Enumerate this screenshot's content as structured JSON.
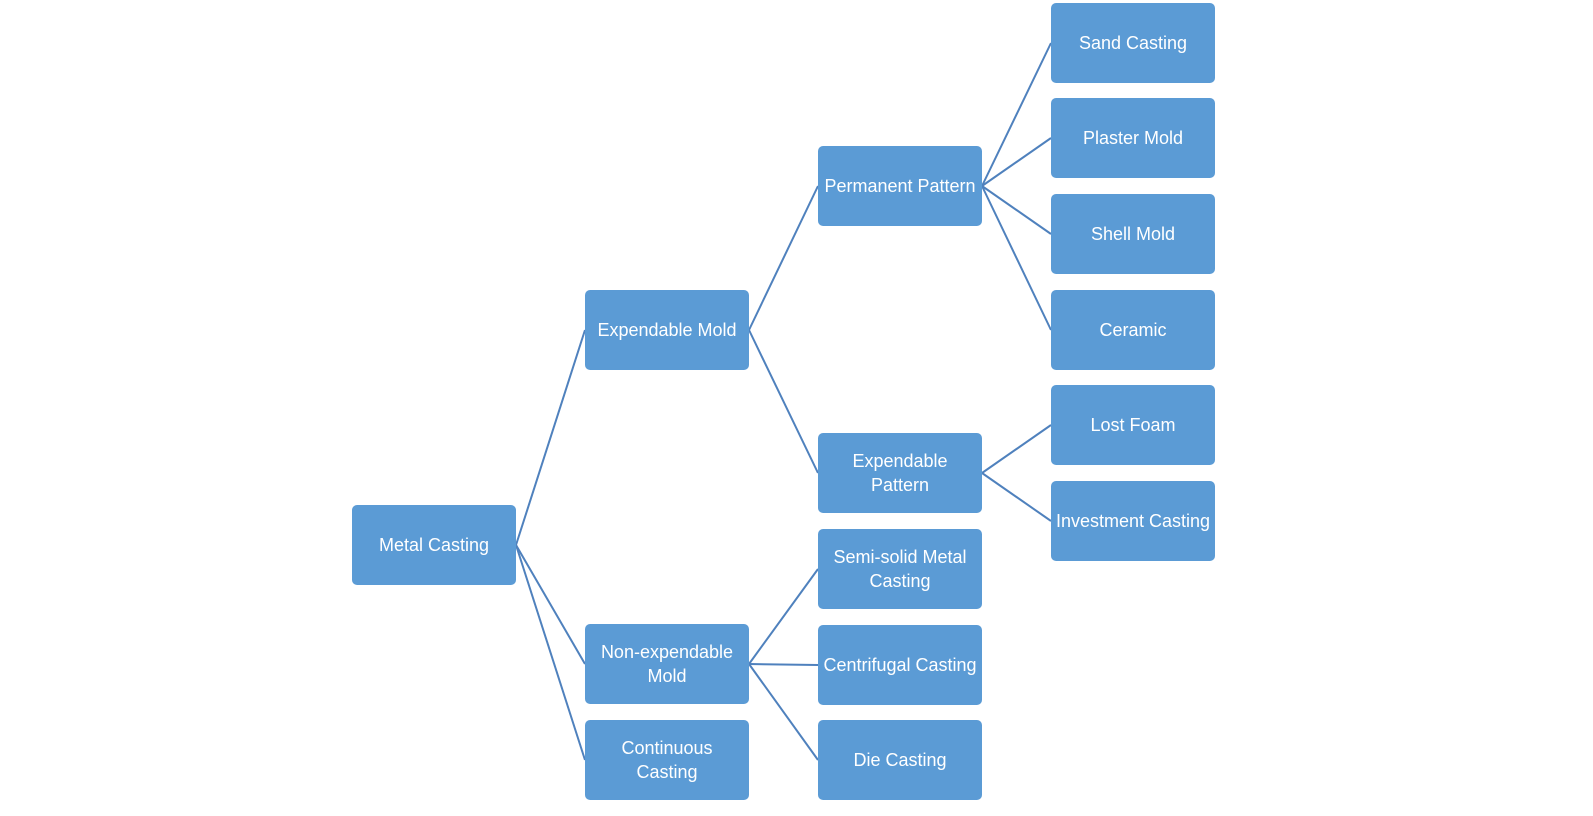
{
  "diagram": {
    "root": "Metal Casting",
    "level1": {
      "expendable_mold": "Expendable Mold",
      "non_expendable_mold": "Non-expendable Mold",
      "continuous_casting": "Continuous Casting"
    },
    "level2": {
      "permanent_pattern": "Permanent Pattern",
      "expendable_pattern": "Expendable Pattern",
      "semi_solid": "Semi-solid Metal Casting",
      "centrifugal": "Centrifugal Casting",
      "die_casting": "Die Casting"
    },
    "level3": {
      "sand_casting": "Sand Casting",
      "plaster_mold": "Plaster Mold",
      "shell_mold": "Shell Mold",
      "ceramic": "Ceramic",
      "lost_foam": "Lost Foam",
      "investment_casting": "Investment Casting"
    },
    "colors": {
      "node_fill": "#5b9bd5",
      "node_text": "#ffffff",
      "connector": "#4f81bd"
    }
  }
}
